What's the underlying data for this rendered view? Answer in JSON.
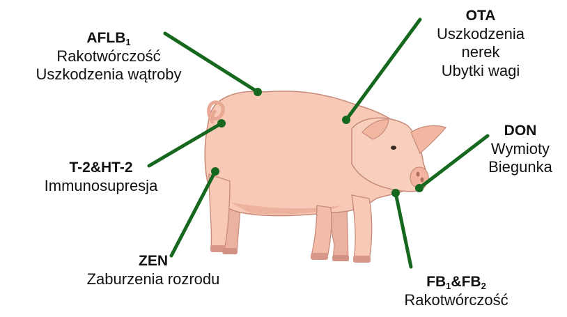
{
  "colors": {
    "line": "#17681f",
    "pig_body": "#f7c9b6",
    "pig_shadow": "#e8a893",
    "pig_outline": "#c78a78"
  },
  "labels": {
    "aflb": {
      "title_main": "AFLB",
      "title_sub": "1",
      "effects": [
        "Rakotwórczość",
        "Uszkodzenia wątroby"
      ]
    },
    "ota": {
      "title": "OTA",
      "effects": [
        "Uszkodzenia",
        "nerek",
        "Ubytki wagi"
      ]
    },
    "don": {
      "title": "DON",
      "effects": [
        "Wymioty",
        "Biegunka"
      ]
    },
    "t2": {
      "title": "T-2&HT-2",
      "effects": [
        "Immunosupresja"
      ]
    },
    "zen": {
      "title": "ZEN",
      "effects": [
        "Zaburzenia rozrodu"
      ]
    },
    "fb": {
      "title_a": "FB",
      "sub_a": "1",
      "amp": "&",
      "title_b": "FB",
      "sub_b": "2",
      "effects": [
        "Rakotwórczość"
      ]
    }
  }
}
